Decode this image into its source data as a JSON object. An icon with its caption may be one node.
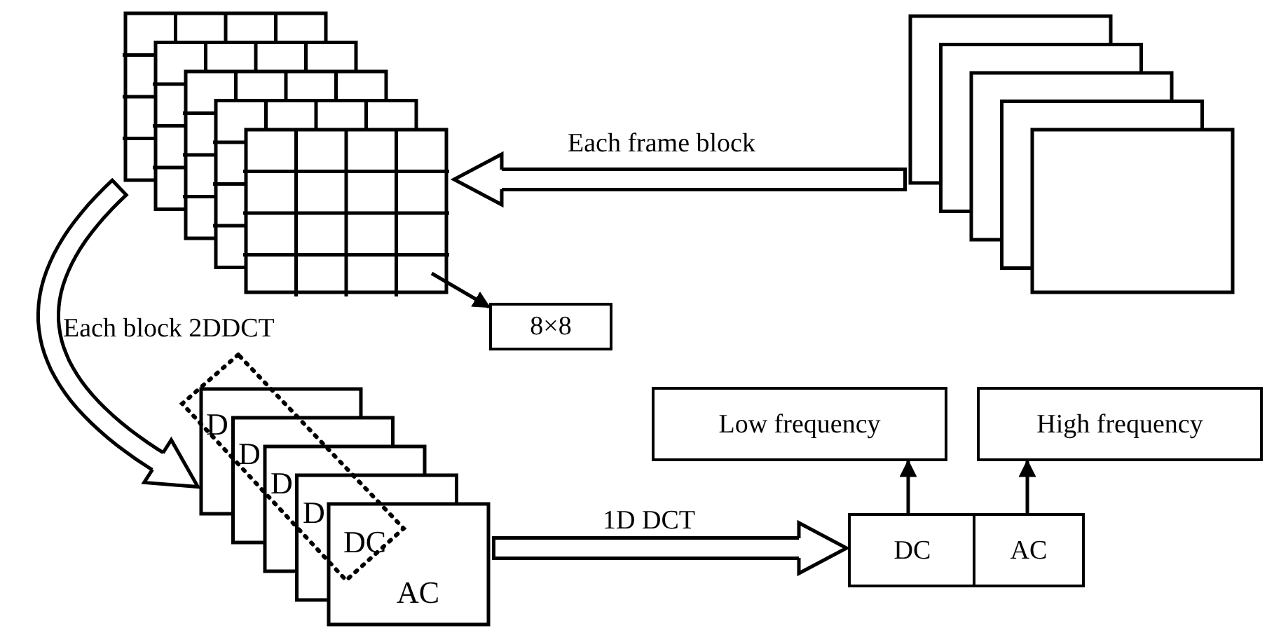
{
  "diagram": {
    "nodes": [
      {
        "text": [],
        "shape": "box"
      },
      {
        "text": [],
        "shape": "box"
      },
      {
        "text": [
          "8×8"
        ]
      },
      {
        "text": [
          "D",
          "D",
          "D",
          "D",
          "DC",
          "AC"
        ]
      },
      {
        "text": [
          "Low frequency"
        ]
      },
      {
        "text": [
          "High frequency"
        ]
      },
      {
        "text": [
          "DC"
        ]
      },
      {
        "text": [
          "AC"
        ]
      }
    ],
    "edges": [
      {
        "from": 1,
        "to": 0,
        "arrow": "to",
        "label": "Each frame block",
        "style": "thick"
      },
      {
        "from": 0,
        "to": 2,
        "arrow": "to"
      },
      {
        "from": 0,
        "to": 3,
        "arrow": "to",
        "label": "Each block 2DDCT",
        "style": "thick"
      },
      {
        "from": 3,
        "to": 6,
        "arrow": "to",
        "label": "1D DCT",
        "style": "thick"
      },
      {
        "from": 6,
        "to": 4,
        "arrow": "to"
      },
      {
        "from": 7,
        "to": 5,
        "arrow": "to"
      }
    ]
  }
}
